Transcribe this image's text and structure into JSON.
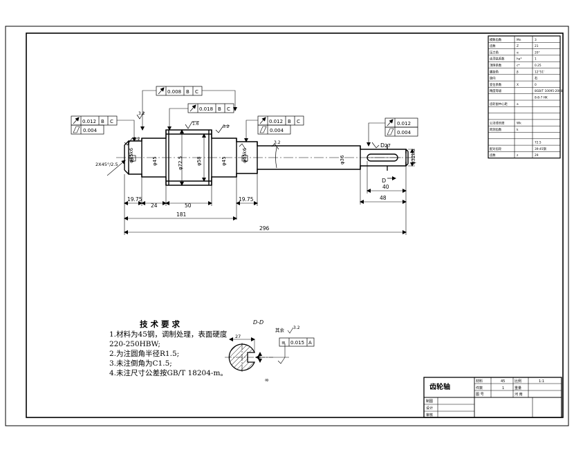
{
  "drawing": {
    "title": "齿轮轴",
    "section_label": "D-D"
  },
  "dimensions": {
    "d_left_bearing": "φ45k6",
    "d_shoulder_left": "φ45",
    "d_gear": "φ72.5",
    "d_root": "φ58",
    "d_shoulder_right": "φ45",
    "d_right_bearing": "φ45k6",
    "d_shaft_mid": "φ36",
    "d_end": "φ32k6",
    "len_left_step": "19.75",
    "len_24": "24",
    "len_gear": "50",
    "len_right_step": "19.75",
    "len_181": "181",
    "len_296": "296",
    "len_keyway": "40",
    "len_end": "48",
    "keyway_width": "D",
    "keyway_depth": "27",
    "chamfer": "2X45°/2.5",
    "sec_depth": "27",
    "sec_width": "8",
    "label_d": "D",
    "label_b": "B",
    "label_c": "C"
  },
  "roughness": {
    "r_main": "3.2",
    "r_gear": "1.6",
    "r_sh": "3.2",
    "r_key": "3.2",
    "r_sec": "3.2",
    "r_rest": "其余"
  },
  "tolerances": {
    "fcf_top1": {
      "value": "0.008",
      "ref1": "B",
      "ref2": "C"
    },
    "fcf_top2": {
      "value": "0.018",
      "ref1": "B",
      "ref2": "C"
    },
    "fcf_left_runout": {
      "value": "0.012",
      "ref1": "B",
      "ref2": "C"
    },
    "fcf_left_cyl": {
      "value": "0.004"
    },
    "fcf_right_runout": {
      "value": "0.012",
      "ref1": "B",
      "ref2": "C"
    },
    "fcf_right_cyl": {
      "value": "0.004"
    },
    "fcf_end_runout": {
      "value": "0.012"
    },
    "fcf_end_cyl": {
      "value": "0.004"
    },
    "fcf_section": {
      "value": "0.015",
      "ref1": "A"
    }
  },
  "technical_requirements": {
    "heading": "技 术 要 求",
    "items": [
      "1.材料为45钢，调制处理，表面硬度",
      "220-250HBW;",
      "2.为注圆角半径R1.5;",
      "3.未注倒角为C1.5;",
      "4.未注尺寸公差按GB/T 18204-m。"
    ]
  },
  "gear_parameters": {
    "rows": [
      [
        "模数齿数",
        "Mn",
        "3"
      ],
      [
        "齿数",
        "Z",
        "21"
      ],
      [
        "压力角",
        "α",
        "20°"
      ],
      [
        "齿顶高系数",
        "ha*",
        "1"
      ],
      [
        "顶隙系数",
        "c*",
        "0.25"
      ],
      [
        "螺旋角",
        "β",
        "12°51'"
      ],
      [
        "旋向",
        "",
        "右"
      ],
      [
        "变位系数",
        "X",
        "0"
      ],
      [
        "精度等级",
        "",
        "8GB/T 10095-2008"
      ],
      [
        "",
        "",
        "8-8-7 HK"
      ],
      [
        "齿轮副中心距",
        "a",
        ""
      ],
      [
        "",
        "",
        ""
      ],
      [
        "",
        "",
        ""
      ],
      [
        "公法线长度",
        "Wk",
        ""
      ],
      [
        "跨测齿数",
        "k",
        ""
      ],
      [
        "",
        "",
        ""
      ],
      [
        "",
        "",
        "72.5"
      ],
      [
        "配对齿轮",
        "",
        "39-45钢"
      ],
      [
        "齿数",
        "z",
        "29"
      ]
    ]
  },
  "title_block": {
    "part_name": "齿轮轴",
    "scale_label": "比例",
    "scale_value": "1:1",
    "qty_label": "件数",
    "qty_value": "1",
    "material_label": "材料",
    "material_value": "45",
    "weight_label": "重量",
    "drawing_no_label": "图 号",
    "drawn_label": "制图",
    "design_label": "设计",
    "check_label": "审核",
    "school": "河 南"
  }
}
